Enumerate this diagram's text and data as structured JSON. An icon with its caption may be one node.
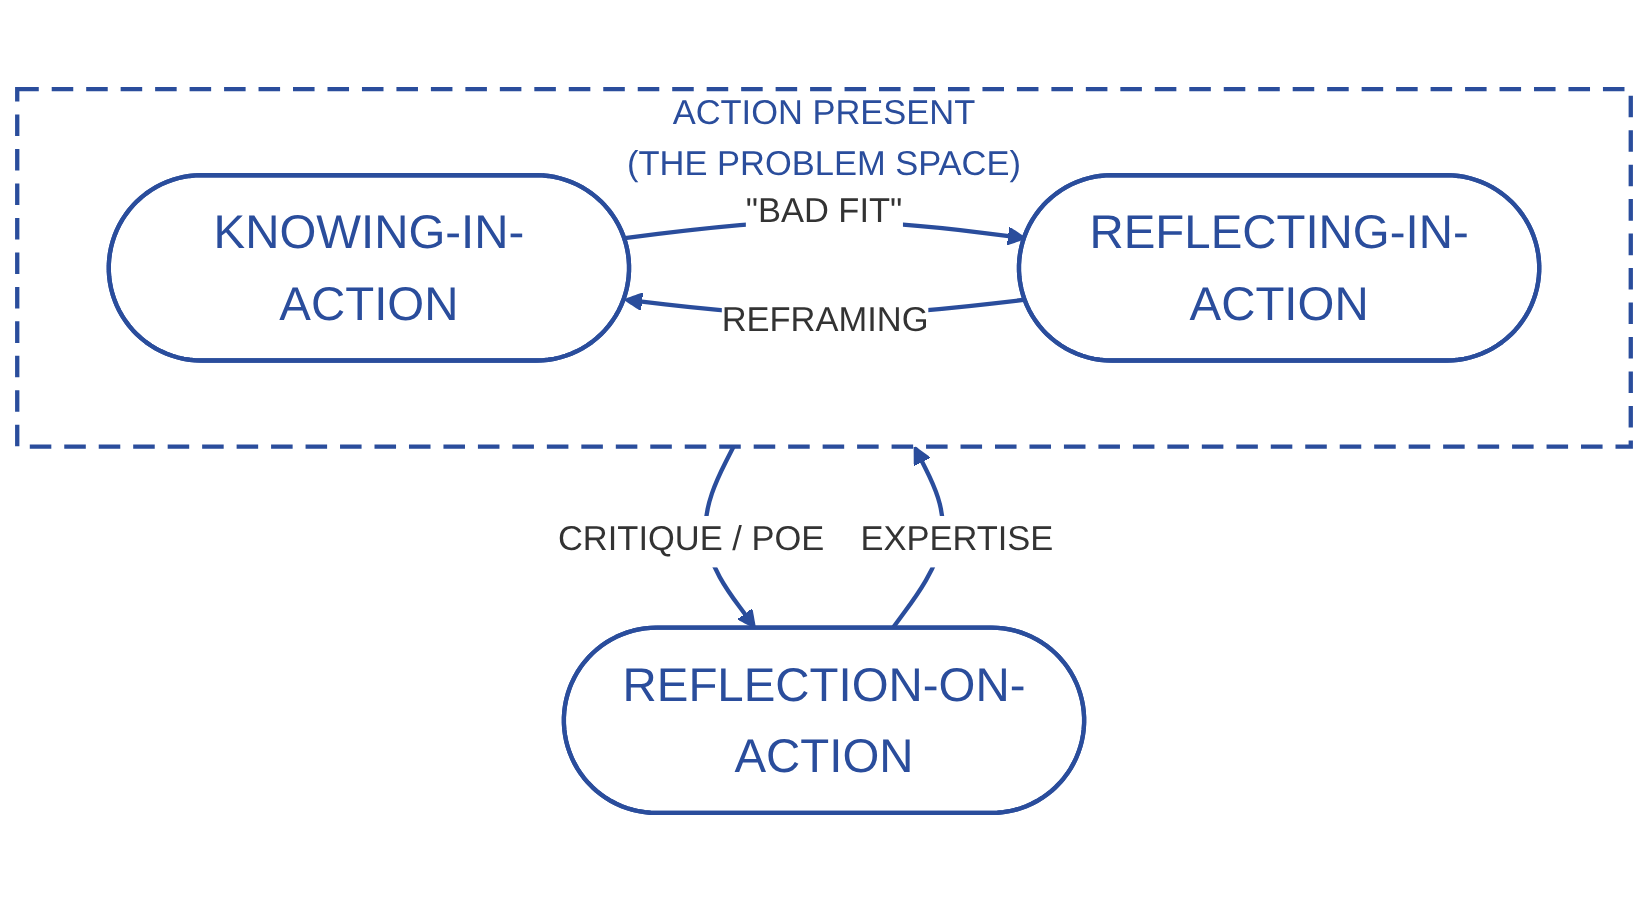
{
  "diagram": {
    "nodes": [
      {
        "text": [
          "ACTION PRESENT",
          "(THE PROBLEM SPACE)"
        ]
      },
      {
        "text": [
          "KNOWING-IN-ACTION"
        ],
        "in": 0
      },
      {
        "text": [
          "REFLECTING-IN-ACTION"
        ],
        "in": 0
      },
      {
        "text": [
          "REFLECTION-ON-ACTION"
        ]
      }
    ],
    "edges": [
      {
        "from": 1,
        "to": 2,
        "arrow": "to",
        "label": "\"BAD FIT\""
      },
      {
        "from": 2,
        "to": 1,
        "arrow": "to",
        "label": "REFRAMING"
      },
      {
        "from": 3,
        "to": 0,
        "arrow": "to",
        "label": "EXPERTISE"
      },
      {
        "from": 0,
        "to": 3,
        "arrow": "to",
        "label": "CRITIQUE / POE"
      }
    ]
  }
}
